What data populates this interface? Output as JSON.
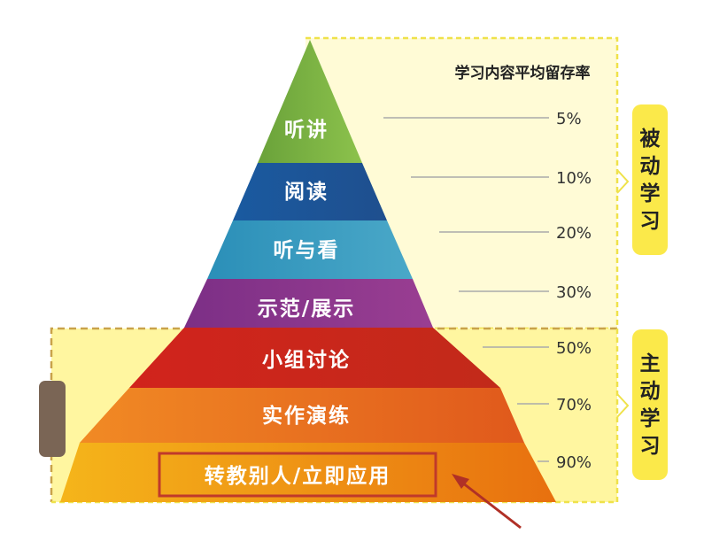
{
  "title": "学习内容平均留存率",
  "tiers": [
    {
      "label": "听讲",
      "percent": "5%",
      "color": "#7cb342"
    },
    {
      "label": "阅读",
      "percent": "10%",
      "color": "#1f5fa8"
    },
    {
      "label": "听与看",
      "percent": "20%",
      "color": "#3a9cc0"
    },
    {
      "label": "示范/展示",
      "percent": "30%",
      "color": "#8e3a8e"
    },
    {
      "label": "小组讨论",
      "percent": "50%",
      "color": "#d42a1e"
    },
    {
      "label": "实作演练",
      "percent": "70%",
      "color": "#ef7d22"
    },
    {
      "label": "转教别人/立即应用",
      "percent": "90%",
      "color": "#f4a516"
    }
  ],
  "groups": {
    "passive": {
      "label": "被动学习",
      "chars": [
        "被",
        "动",
        "学",
        "习"
      ]
    },
    "active": {
      "label": "主动学习",
      "chars": [
        "主",
        "动",
        "学",
        "习"
      ]
    }
  },
  "colors": {
    "passive_fill": "#fff9c4",
    "passive_border": "#f0e040",
    "active_fill": "#fff7a8",
    "active_border": "#c9a24a",
    "badge": "#fbe94a",
    "highlight_box": "#c0392b",
    "arrow": "#b03026",
    "handle": "#7a6555"
  }
}
